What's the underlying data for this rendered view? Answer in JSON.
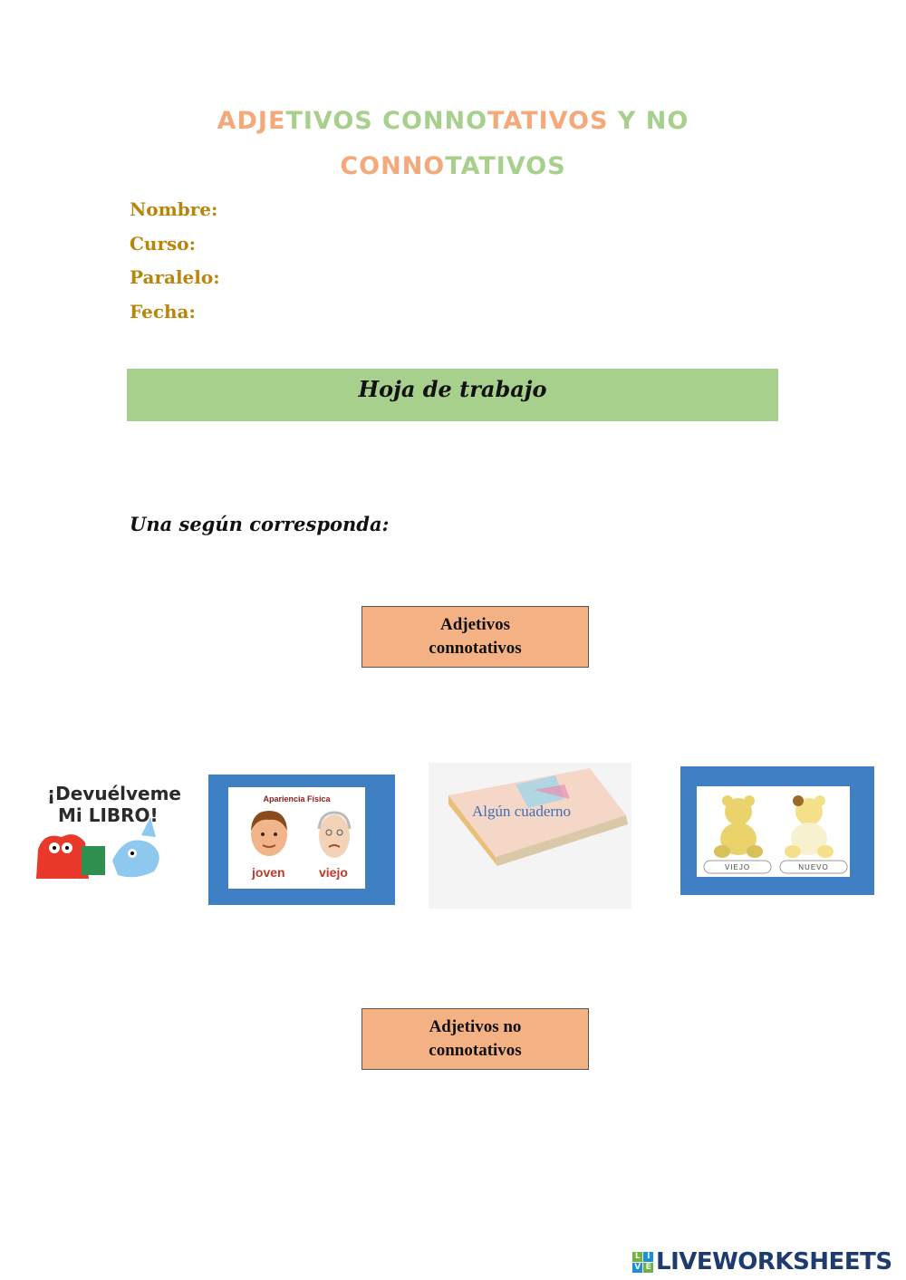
{
  "title": {
    "line1": [
      {
        "text": "ADJE",
        "color": "orange"
      },
      {
        "text": "TIVOS ",
        "color": "green"
      },
      {
        "text": "CONNO",
        "color": "green"
      },
      {
        "text": "TATIVOS ",
        "color": "orange"
      },
      {
        "text": "Y NO",
        "color": "green"
      }
    ],
    "line2": [
      {
        "text": "CONNO",
        "color": "orange"
      },
      {
        "text": "TATIVOS",
        "color": "green"
      }
    ]
  },
  "fields": {
    "name": "Nombre:",
    "course": "Curso:",
    "parallel": "Paralelo:",
    "date": "Fecha:"
  },
  "banner": {
    "label": "Hoja de trabajo"
  },
  "instruction": "Una según corresponda:",
  "boxes": {
    "connotative": "Adjetivos connotativos",
    "non_connotative": "Adjetivos no connotativos"
  },
  "images": {
    "book_cover": {
      "line1": "¡Devuélveme",
      "line2": "Mi LIBRO!"
    },
    "appearance": {
      "heading": "Apariencia Física",
      "left": "joven",
      "right": "viejo"
    },
    "notebook": {
      "caption": "Algún cuaderno"
    },
    "bears": {
      "left": "VIEJO",
      "right": "NUEVO"
    }
  },
  "footer": {
    "brand": "LIVEWORKSHEETS",
    "logo_letters": [
      "L",
      "I",
      "V",
      "E"
    ]
  },
  "colors": {
    "orange": "#f4a97a",
    "green": "#a8d08d",
    "field": "#b8860b",
    "box": "#f4b183",
    "frame_blue": "#3f80c4"
  }
}
